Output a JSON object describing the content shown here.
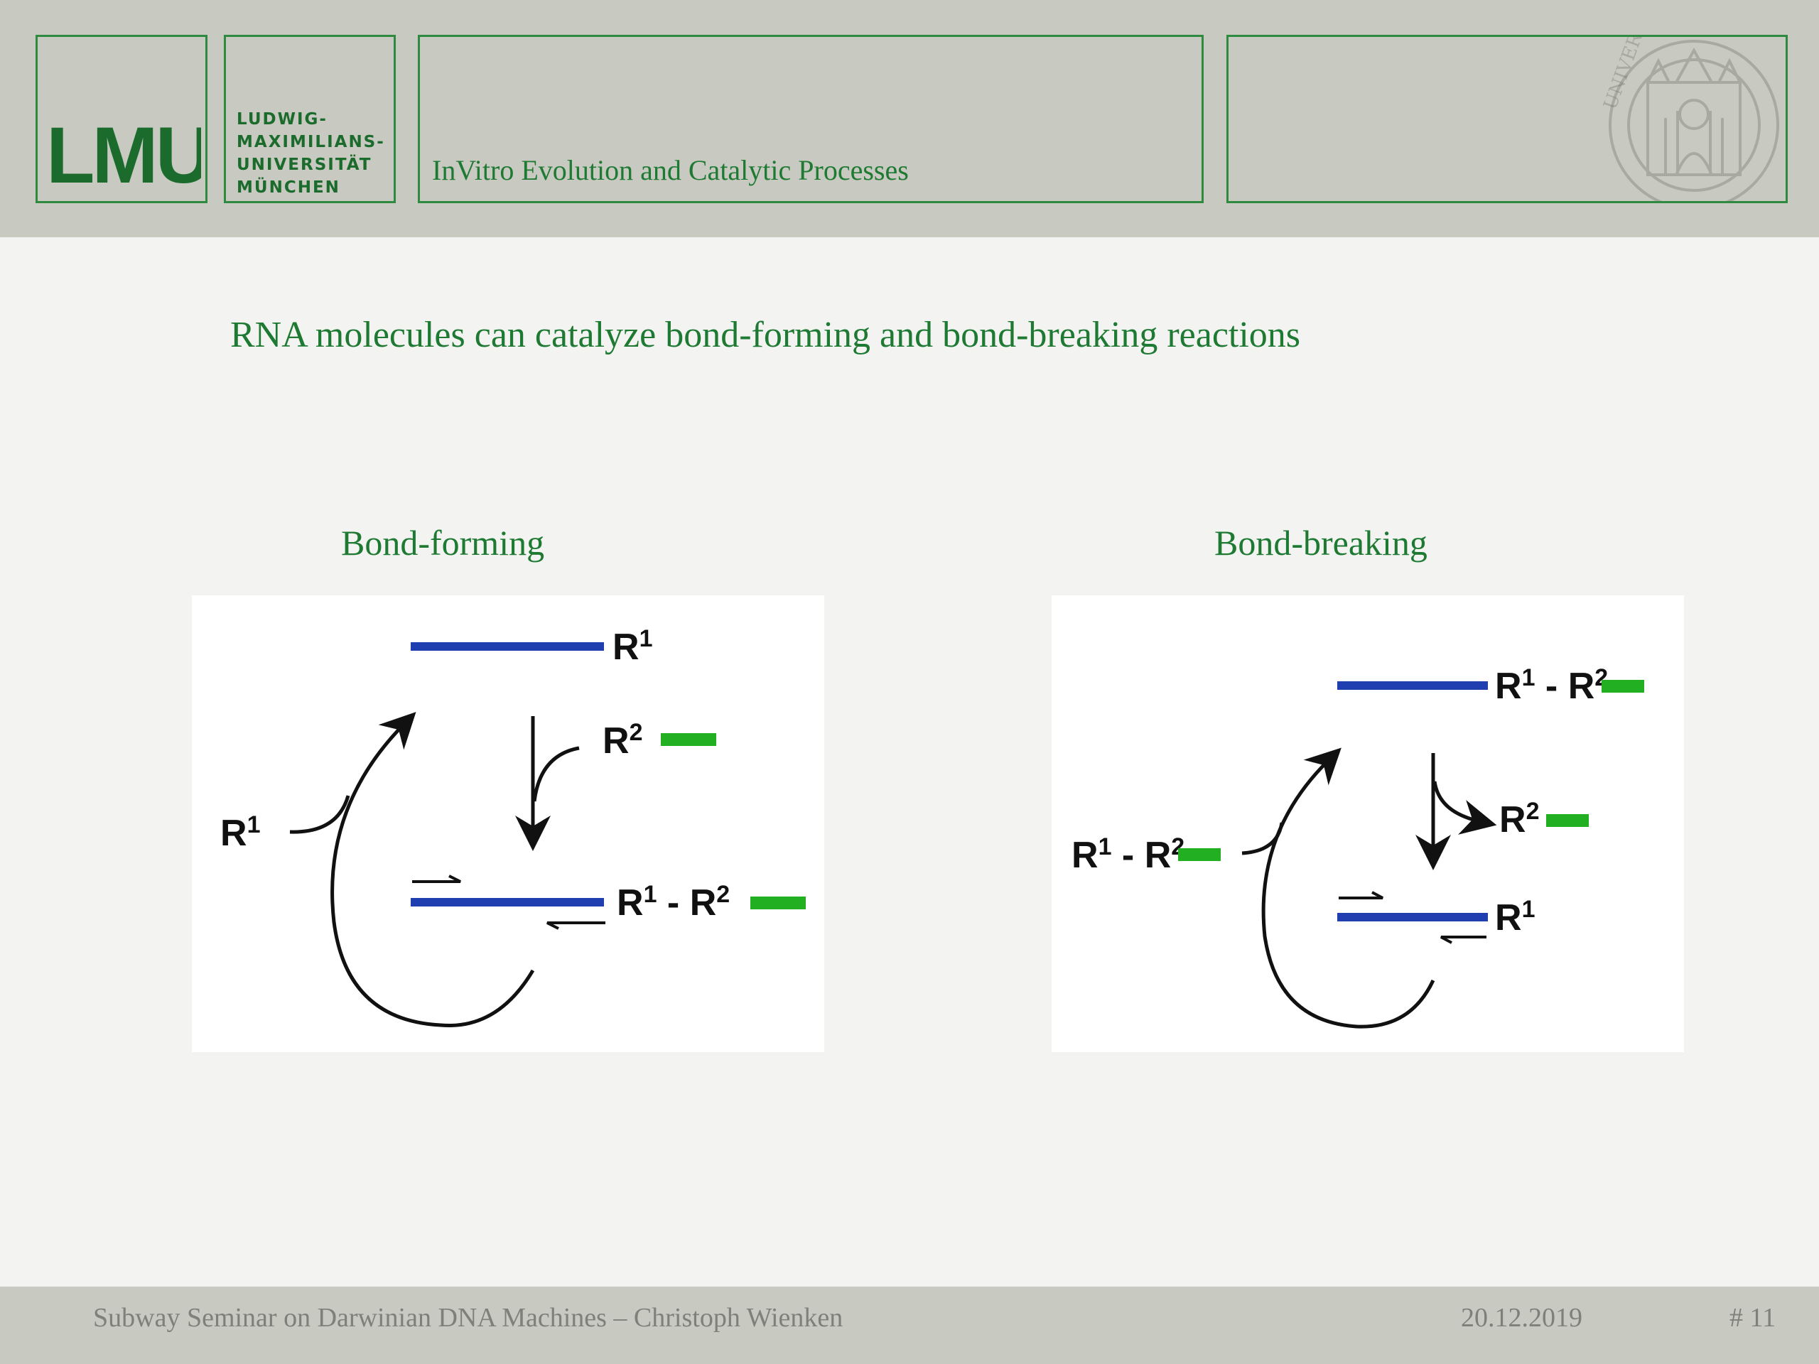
{
  "header": {
    "logo_text": "LMU",
    "university_name": "LUDWIG-\nMAXIMILIANS-\nUNIVERSITÄT\nMÜNCHEN",
    "course_title": "InVitro Evolution and Catalytic Processes",
    "seal_text": "UNIVERS · SIGIL"
  },
  "slide": {
    "heading": "RNA molecules can catalyze bond-forming and bond-breaking reactions",
    "forming": {
      "title": "Bond-forming",
      "labels": {
        "strand_top": "R",
        "strand_top_sup": "1",
        "incoming": "R",
        "incoming_sup": "2",
        "left": "R",
        "left_sup": "1",
        "product_a": "R",
        "product_a_sup": "1",
        "product_dash": " - ",
        "product_b": "R",
        "product_b_sup": "2"
      }
    },
    "breaking": {
      "title": "Bond-breaking",
      "labels": {
        "top_a": "R",
        "top_a_sup": "1",
        "top_dash": " - ",
        "top_b": "R",
        "top_b_sup": "2",
        "released": "R",
        "released_sup": "2",
        "left_a": "R",
        "left_a_sup": "1",
        "left_dash": " - ",
        "left_b": "R",
        "left_b_sup": "2",
        "bottom": "R",
        "bottom_sup": "1"
      }
    }
  },
  "colors": {
    "brand_green": "#1e7a33",
    "strand_blue": "#1f3fb0",
    "tag_green": "#22b022",
    "header_bg": "#c8c9c0"
  },
  "footer": {
    "left": "Subway Seminar on Darwinian DNA Machines – Christoph Wienken",
    "date": "20.12.2019",
    "page": "# 11"
  }
}
